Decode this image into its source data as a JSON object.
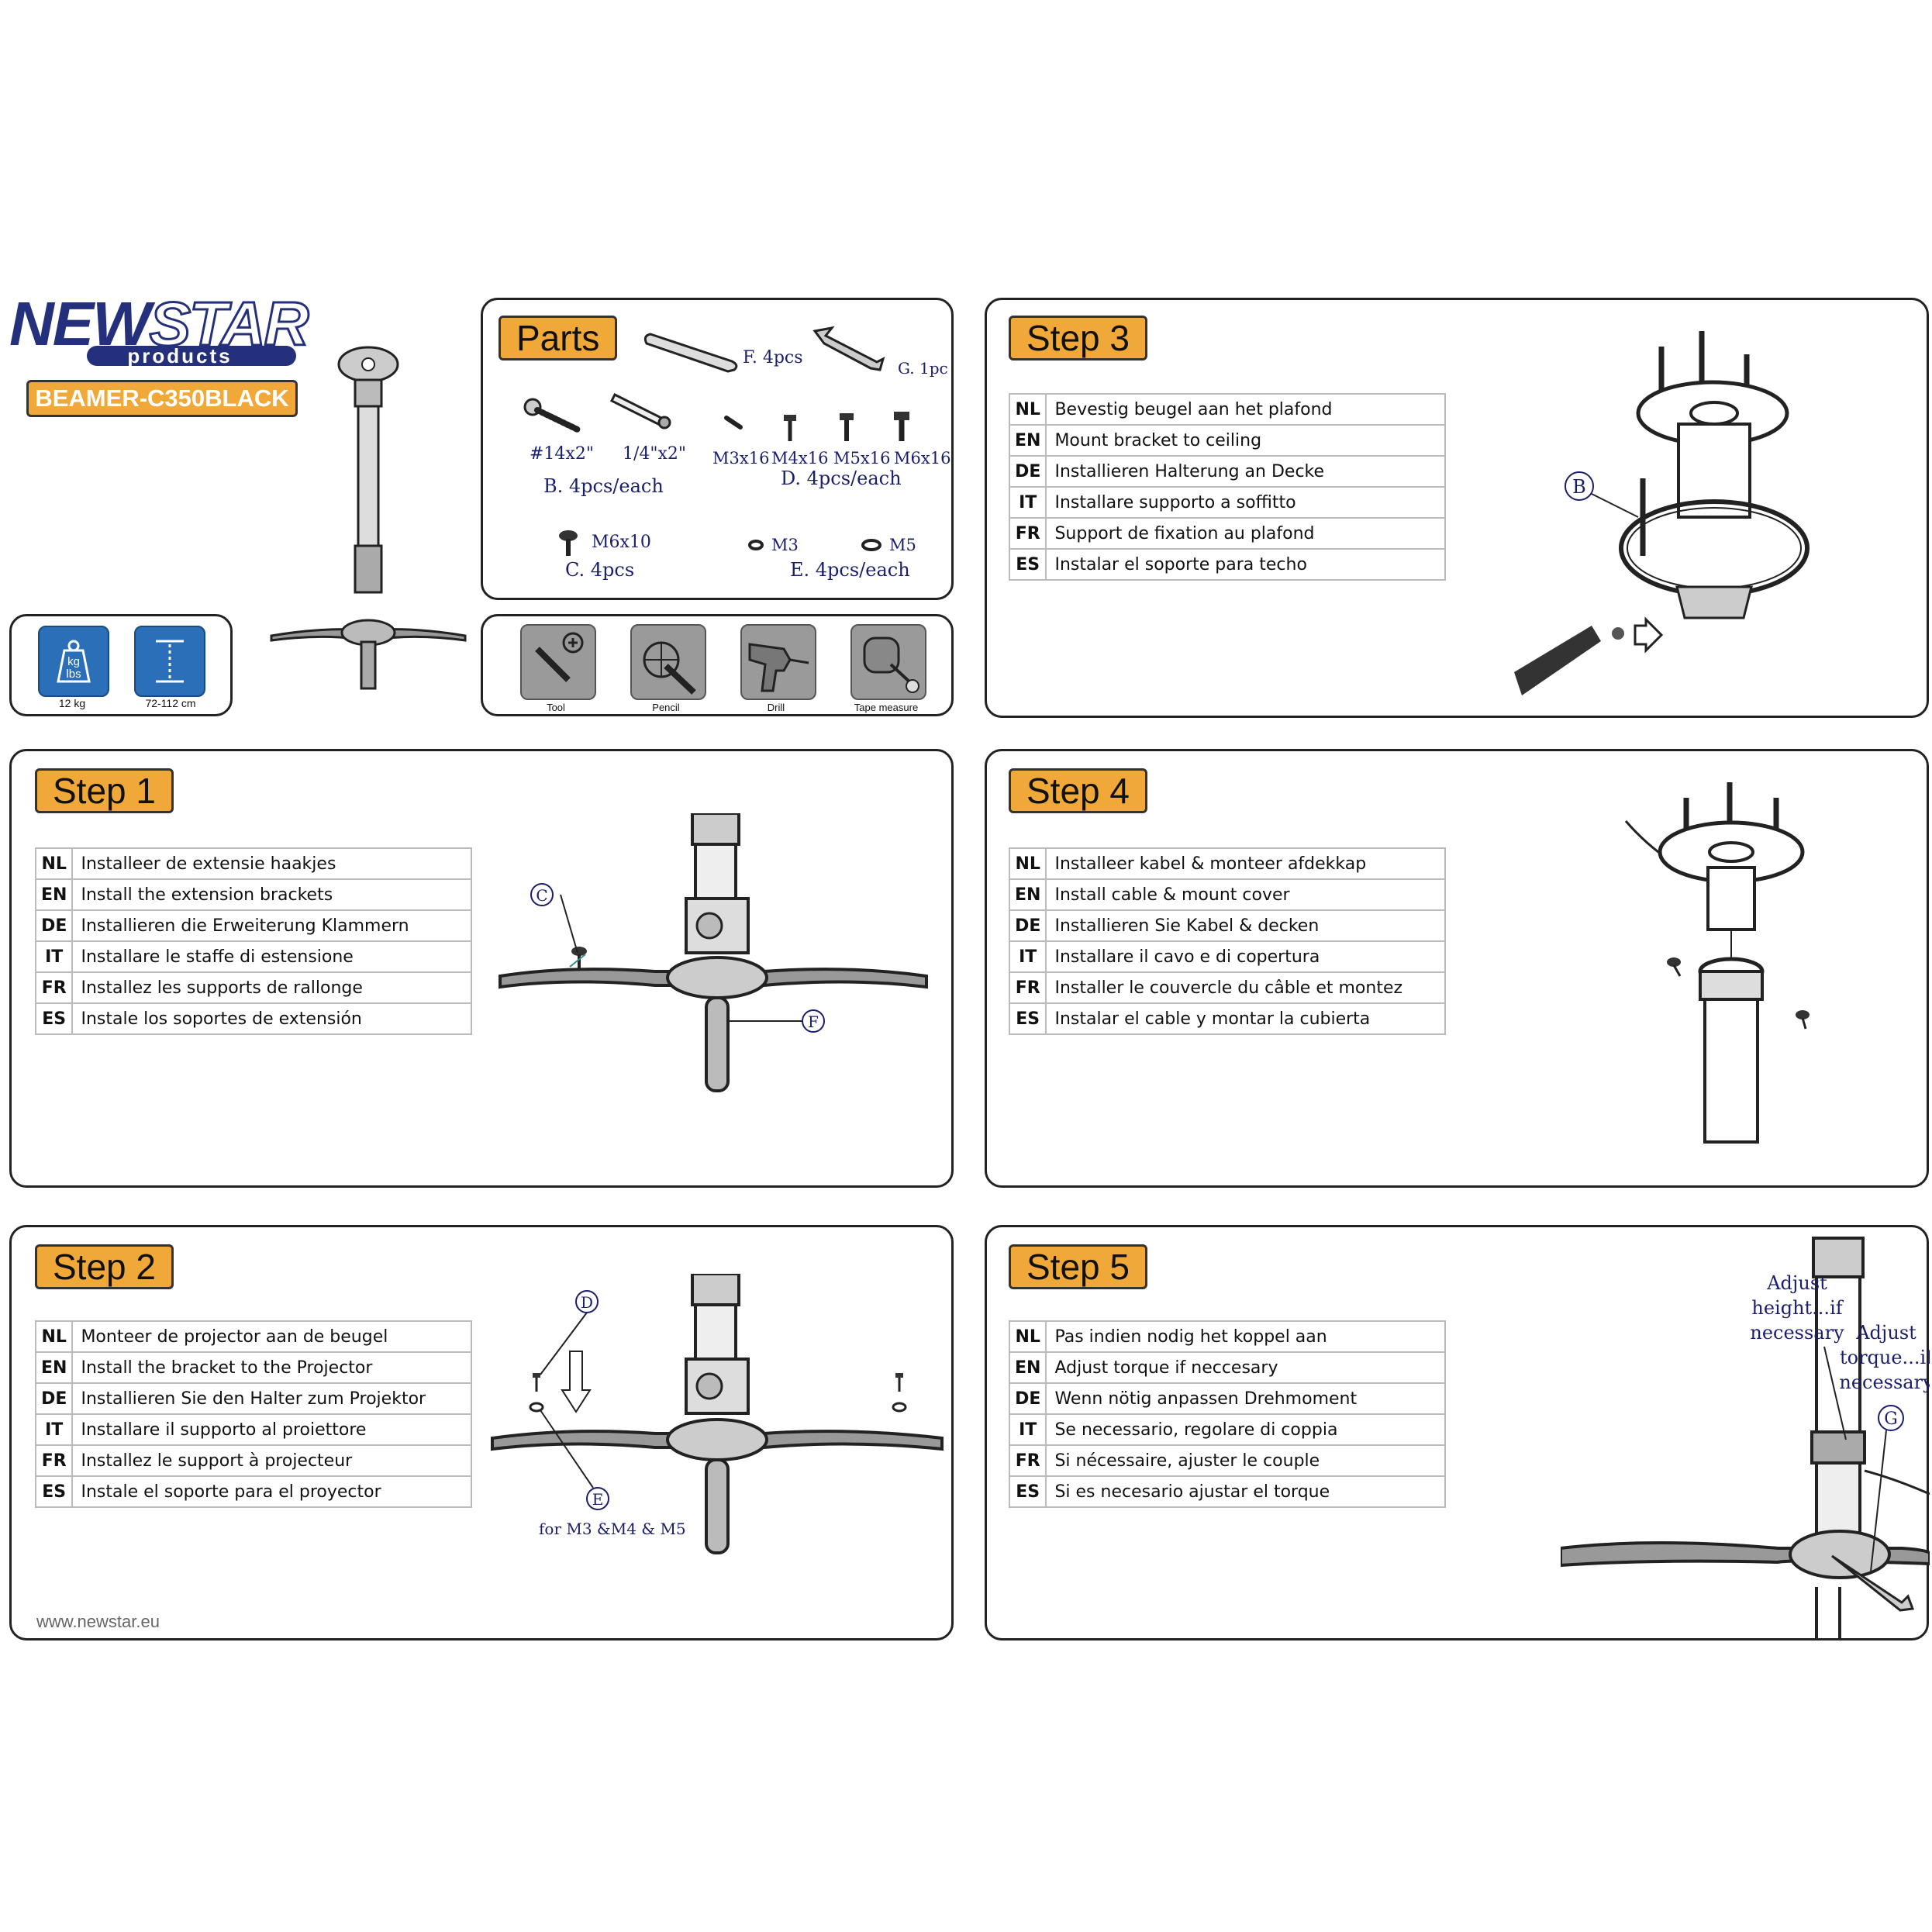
{
  "brand": {
    "name_part1": "NEW",
    "name_part2": "STAR",
    "sub": "products",
    "model": "BEAMER-C350BLACK"
  },
  "specs": {
    "weight": "12 kg",
    "weight_icon_top": "kg",
    "weight_icon_bottom": "lbs",
    "height_range": "72-112 cm"
  },
  "parts": {
    "title": "Parts",
    "f_label": "F. 4pcs",
    "g_label": "G. 1pc",
    "b_sizes": [
      "#14x2\"",
      "1/4\"x2\""
    ],
    "b_label": "B. 4pcs/each",
    "d_sizes": [
      "M3x16",
      "M4x16",
      "M5x16",
      "M6x16"
    ],
    "d_label": "D. 4pcs/each",
    "c_size": "M6x10",
    "c_label": "C. 4pcs",
    "e_sizes": [
      "M3",
      "M5"
    ],
    "e_label": "E. 4pcs/each"
  },
  "tools": [
    "Tool",
    "Pencil",
    "Drill",
    "Tape measure"
  ],
  "step1": {
    "title": "Step 1",
    "rows": [
      {
        "code": "NL",
        "text": "Installeer de extensie haakjes"
      },
      {
        "code": "EN",
        "text": "Install the extension brackets"
      },
      {
        "code": "DE",
        "text": "Installieren die Erweiterung Klammern"
      },
      {
        "code": "IT",
        "text": "Installare le staffe di estensione"
      },
      {
        "code": "FR",
        "text": "Installez les supports de rallonge"
      },
      {
        "code": "ES",
        "text": "Instale los soportes de extensión"
      }
    ],
    "callouts": [
      "C",
      "F"
    ]
  },
  "step2": {
    "title": "Step 2",
    "rows": [
      {
        "code": "NL",
        "text": "Monteer de projector aan de beugel"
      },
      {
        "code": "EN",
        "text": "Install the bracket to the Projector"
      },
      {
        "code": "DE",
        "text": "Installieren Sie den Halter zum Projektor"
      },
      {
        "code": "IT",
        "text": "Installare il supporto al proiettore"
      },
      {
        "code": "FR",
        "text": "Installez le support à projecteur"
      },
      {
        "code": "ES",
        "text": "Instale el soporte para el proyector"
      }
    ],
    "callouts": [
      "D",
      "E"
    ],
    "note": "for M3 &M4 & M5"
  },
  "step3": {
    "title": "Step 3",
    "rows": [
      {
        "code": "NL",
        "text": "Bevestig beugel aan het plafond"
      },
      {
        "code": "EN",
        "text": "Mount bracket to ceiling"
      },
      {
        "code": "DE",
        "text": "Installieren Halterung an Decke"
      },
      {
        "code": "IT",
        "text": "Installare supporto a soffitto"
      },
      {
        "code": "FR",
        "text": "Support de fixation au plafond"
      },
      {
        "code": "ES",
        "text": "Instalar el soporte para techo"
      }
    ],
    "callouts": [
      "B"
    ]
  },
  "step4": {
    "title": "Step 4",
    "rows": [
      {
        "code": "NL",
        "text": "Installeer kabel & monteer afdekkap"
      },
      {
        "code": "EN",
        "text": "Install cable & mount cover"
      },
      {
        "code": "DE",
        "text": "Installieren Sie Kabel & decken"
      },
      {
        "code": "IT",
        "text": "Installare il cavo e di copertura"
      },
      {
        "code": "FR",
        "text": "Installer le couvercle du câble et montez"
      },
      {
        "code": "ES",
        "text": "Instalar el cable y montar la cubierta"
      }
    ]
  },
  "step5": {
    "title": "Step 5",
    "rows": [
      {
        "code": "NL",
        "text": "Pas indien nodig het koppel aan"
      },
      {
        "code": "EN",
        "text": "Adjust torque if neccesary"
      },
      {
        "code": "DE",
        "text": "Wenn nötig anpassen Drehmoment"
      },
      {
        "code": "IT",
        "text": "Se necessario, regolare di coppia"
      },
      {
        "code": "FR",
        "text": "Si nécessaire, ajuster le couple"
      },
      {
        "code": "ES",
        "text": "Si es necesario ajustar el torque"
      }
    ],
    "adjust_height": [
      "Adjust",
      "height...if",
      "necessary"
    ],
    "adjust_torque": [
      "Adjust",
      "torque...if",
      "necessary"
    ],
    "callouts": [
      "G"
    ]
  },
  "footer": {
    "url": "www.newstar.eu"
  },
  "colors": {
    "accent": "#f0a838",
    "brand_blue": "#24307c",
    "icon_blue": "#2a6fb8"
  }
}
